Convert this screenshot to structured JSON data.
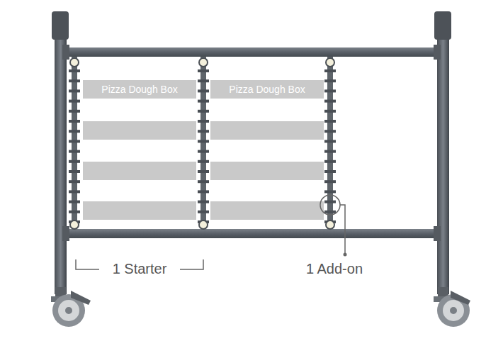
{
  "diagram": {
    "nodes": [
      {
        "text": [
          "Pizza Dough Box"
        ]
      },
      {
        "text": [
          "Pizza Dough Box"
        ]
      }
    ],
    "labels": [
      "1 Starter",
      "1 Add-on"
    ]
  }
}
